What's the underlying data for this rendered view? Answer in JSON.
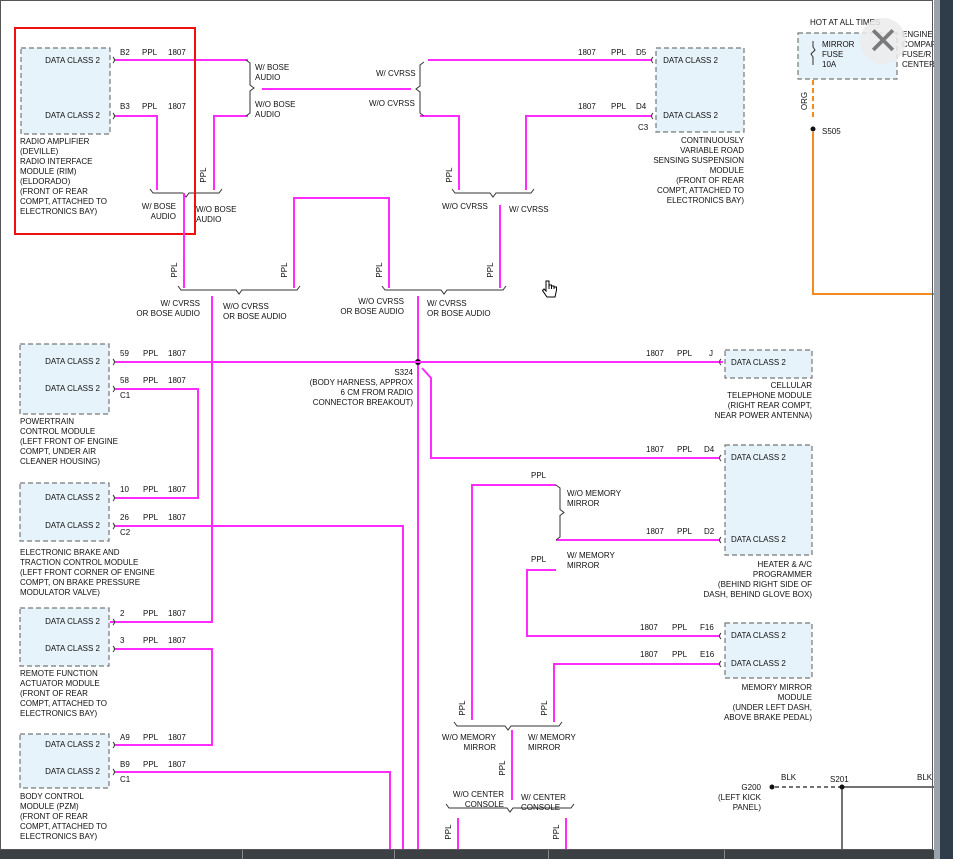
{
  "colors": {
    "ppl": "#ff2bff",
    "org": "#f28a1e",
    "module_fill": "#e7f3fb",
    "module_stroke": "#777777",
    "highlight": "#ee1111",
    "blk": "#444444"
  },
  "close_icon": "close-icon",
  "cursor_icon": "hand-pointer-icon",
  "diagram": {
    "modules": [
      {
        "id": "radio-amplifier",
        "labels": [
          "DATA CLASS 2",
          "DATA CLASS 2"
        ],
        "caption": [
          "RADIO AMPLIFIER",
          "(DEVILLE)",
          "RADIO INTERFACE",
          "MODULE (RIM)",
          "(ELDORADO)",
          "(FRONT OF REAR",
          "COMPT, ATTACHED TO",
          "ELECTRONICS BAY)"
        ]
      },
      {
        "id": "cvrss-module",
        "labels": [
          "DATA CLASS 2",
          "DATA CLASS 2"
        ],
        "caption": [
          "CONTINUOUSLY",
          "VARIABLE ROAD",
          "SENSING SUSPENSION",
          "MODULE",
          "(FRONT OF REAR",
          "COMPT, ATTACHED TO",
          "ELECTRONICS BAY)"
        ]
      },
      {
        "id": "powertrain",
        "labels": [
          "DATA CLASS 2",
          "DATA CLASS 2"
        ],
        "caption": [
          "POWERTRAIN",
          "CONTROL MODULE",
          "(LEFT FRONT OF ENGINE",
          "COMPT, UNDER AIR",
          "CLEANER HOUSING)"
        ]
      },
      {
        "id": "ebtcm",
        "labels": [
          "DATA CLASS 2",
          "DATA CLASS 2"
        ],
        "caption": [
          "ELECTRONIC BRAKE AND",
          "TRACTION CONTROL MODULE",
          "(LEFT FRONT CORNER OF ENGINE",
          "COMPT, ON BRAKE PRESSURE",
          "MODULATOR VALVE)"
        ]
      },
      {
        "id": "rfa",
        "labels": [
          "DATA CLASS 2",
          "DATA CLASS 2"
        ],
        "caption": [
          "REMOTE FUNCTION",
          "ACTUATOR MODULE",
          "(FRONT OF REAR",
          "COMPT, ATTACHED TO",
          "ELECTRONICS BAY)"
        ]
      },
      {
        "id": "bcm",
        "labels": [
          "DATA CLASS 2",
          "DATA CLASS 2"
        ],
        "caption": [
          "BODY CONTROL",
          "MODULE (PZM)",
          "(FRONT OF REAR",
          "COMPT, ATTACHED TO",
          "ELECTRONICS BAY)"
        ]
      },
      {
        "id": "cellular",
        "labels": [
          "DATA CLASS 2"
        ],
        "caption": [
          "CELLULAR",
          "TELEPHONE MODULE",
          "(RIGHT REAR COMPT,",
          "NEAR POWER ANTENNA)"
        ]
      },
      {
        "id": "hvac",
        "labels": [
          "DATA CLASS 2",
          "DATA CLASS 2"
        ],
        "caption": [
          "HEATER & A/C",
          "PROGRAMMER",
          "(BEHIND RIGHT SIDE OF",
          "DASH, BEHIND GLOVE BOX)"
        ]
      },
      {
        "id": "memory-mirror",
        "labels": [
          "DATA CLASS 2",
          "DATA CLASS 2"
        ],
        "caption": [
          "MEMORY MIRROR",
          "MODULE",
          "(UNDER LEFT DASH,",
          "ABOVE BRAKE PEDAL)"
        ]
      },
      {
        "id": "fuse",
        "labels": [
          "MIRROR",
          "FUSE",
          "10A"
        ],
        "caption": [
          "HOT AT ALL TIMES"
        ]
      }
    ],
    "pins": [
      "B2",
      "B3",
      "D5",
      "D4",
      "C3",
      "59",
      "58",
      "C1",
      "10",
      "26",
      "C2",
      "2",
      "3",
      "A9",
      "B9",
      "C1",
      "J",
      "D4",
      "D2",
      "F16",
      "E16"
    ],
    "wire_labels": {
      "ppl": "PPL",
      "circuit": "1807",
      "org": "ORG",
      "blk": "BLK"
    },
    "options": {
      "w_bose": [
        "W/ BOSE",
        "AUDIO"
      ],
      "wo_bose": [
        "W/O BOSE",
        "AUDIO"
      ],
      "w_cvrss": "W/ CVRSS",
      "wo_cvrss": "W/O CVRSS",
      "w_cvrss_or_bose": [
        "W/ CVRSS",
        "OR BOSE AUDIO"
      ],
      "wo_cvrss_or_bose": [
        "W/O CVRSS",
        "OR BOSE AUDIO"
      ],
      "wo_memory": [
        "W/O MEMORY",
        "MIRROR"
      ],
      "w_memory": [
        "W/ MEMORY",
        "MIRROR"
      ],
      "wo_console": [
        "W/O CENTER",
        "CONSOLE"
      ],
      "w_console": [
        "W/ CENTER",
        "CONSOLE"
      ]
    },
    "splices": {
      "s324": [
        "S324",
        "(BODY HARNESS, APPROX",
        "6 CM FROM RADIO",
        "CONNECTOR BREAKOUT)"
      ],
      "s505": "S505",
      "s201": "S201",
      "g200": [
        "G200",
        "(LEFT KICK",
        "PANEL)"
      ]
    },
    "engine_fuse_caption": [
      "ENGINE",
      "COMPAR",
      "FUSE/R",
      "CENTER"
    ]
  }
}
